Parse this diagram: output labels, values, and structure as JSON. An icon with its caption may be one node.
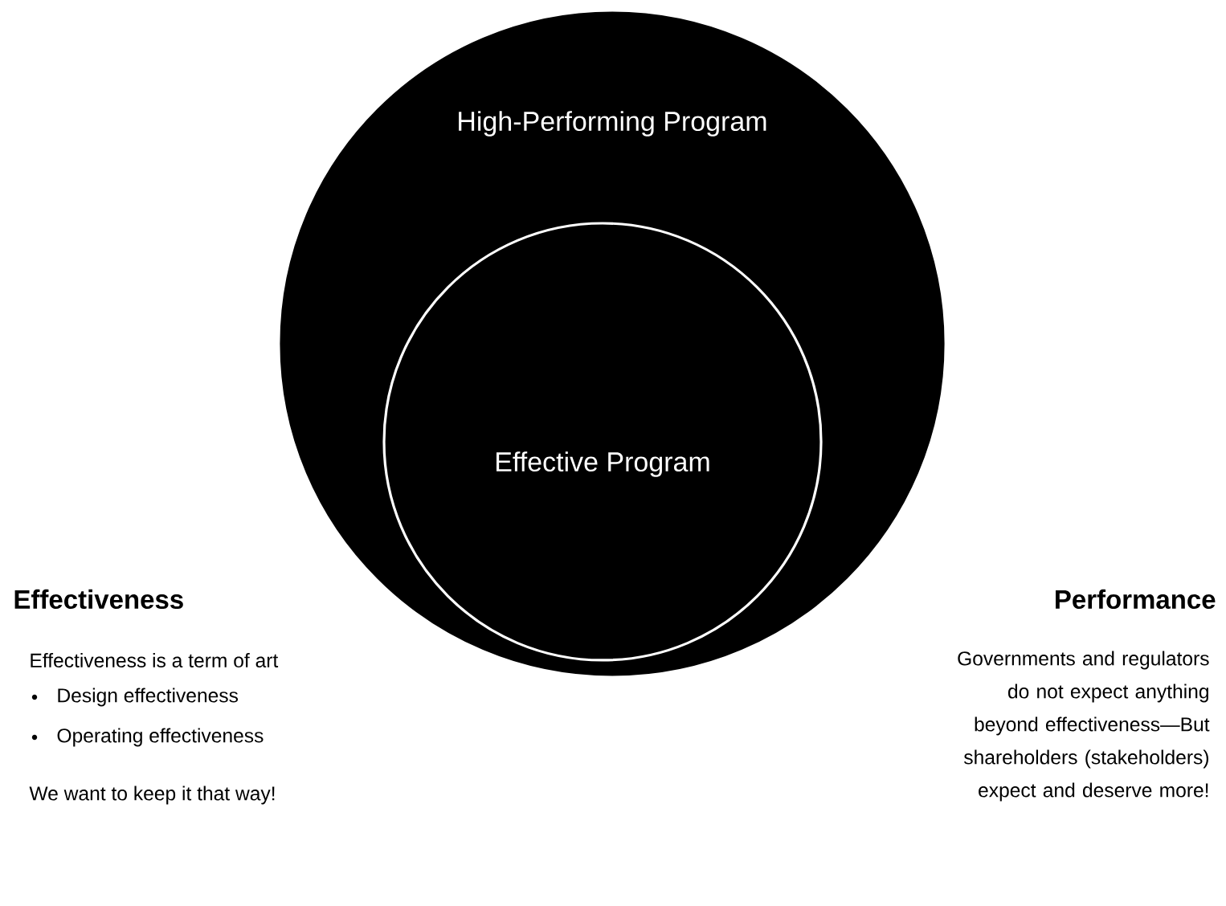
{
  "diagram": {
    "nodes": [
      {
        "text": [
          "High-Performing Program"
        ]
      },
      {
        "text": [
          "Effective Program"
        ],
        "in": 0
      }
    ],
    "labels": [
      "Effectiveness",
      "Effectiveness is a term of art",
      "Design effectiveness",
      "Operating effectiveness",
      "We want to keep it that way!",
      "Performance",
      "Governments and regulators do not expect anything beyond effectiveness—But shareholders (stakeholders) expect and deserve more!"
    ]
  }
}
